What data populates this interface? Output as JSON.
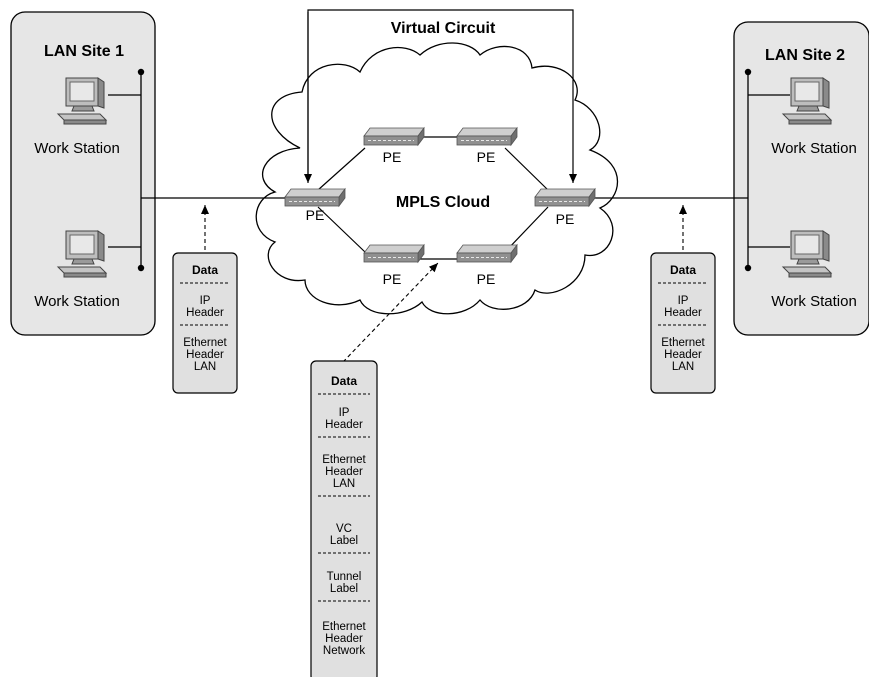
{
  "diagram": {
    "virtual_circuit_label": "Virtual Circuit",
    "cloud_label": "MPLS Cloud",
    "site1": {
      "title": "LAN Site 1",
      "workstations": [
        "Work Station",
        "Work Station"
      ]
    },
    "site2": {
      "title": "LAN Site 2",
      "workstations": [
        "Work Station",
        "Work Station"
      ]
    },
    "routers": [
      "PE",
      "PE",
      "PE",
      "PE",
      "PE",
      "PE"
    ],
    "packet_left": [
      "Data",
      "IP\nHeader",
      "Ethernet\nHeader\nLAN"
    ],
    "packet_right": [
      "Data",
      "IP\nHeader",
      "Ethernet\nHeader\nLAN"
    ],
    "packet_center": [
      "Data",
      "IP\nHeader",
      "Ethernet\nHeader\nLAN",
      "VC\nLabel",
      "Tunnel\nLabel",
      "Ethernet\nHeader\nNetwork"
    ],
    "colors": {
      "site_fill": "#e6e6e6",
      "packet_fill": "#e0e0e0",
      "router_top": "#c8c8c8",
      "router_front": "#8f8f8f",
      "line": "#000000"
    }
  }
}
